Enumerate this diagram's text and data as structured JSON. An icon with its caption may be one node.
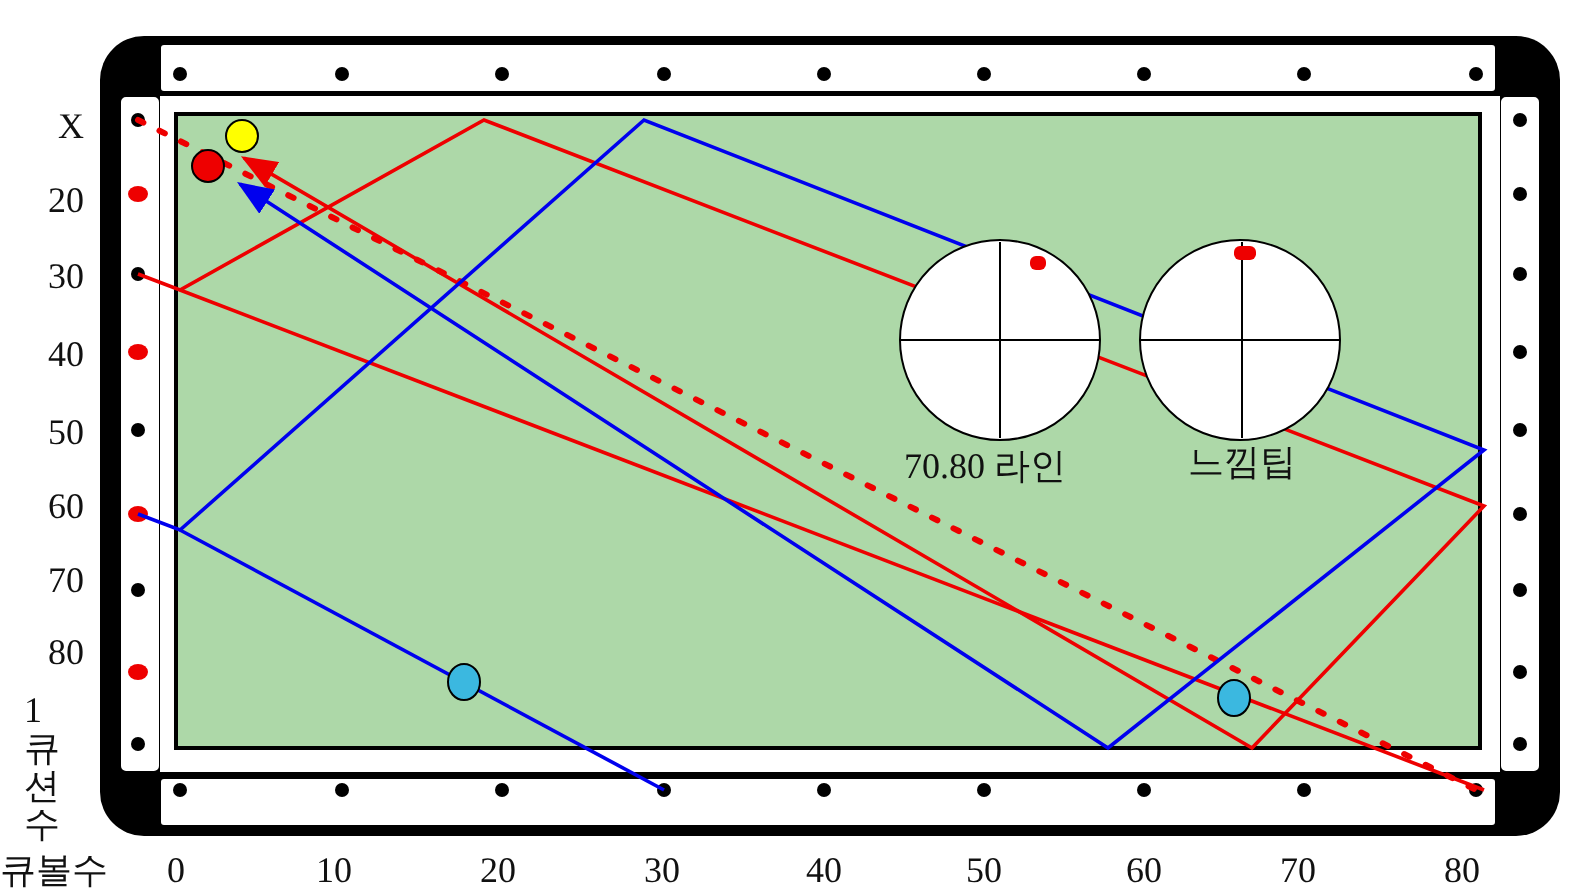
{
  "diagram": {
    "labels": [
      "X",
      "20",
      "30",
      "40",
      "50",
      "60",
      "70",
      "80",
      "1큐션수",
      "큐볼수",
      "0",
      "10",
      "20",
      "30",
      "40",
      "50",
      "60",
      "70",
      "80",
      "70.80 라인",
      "느낌팁"
    ]
  }
}
